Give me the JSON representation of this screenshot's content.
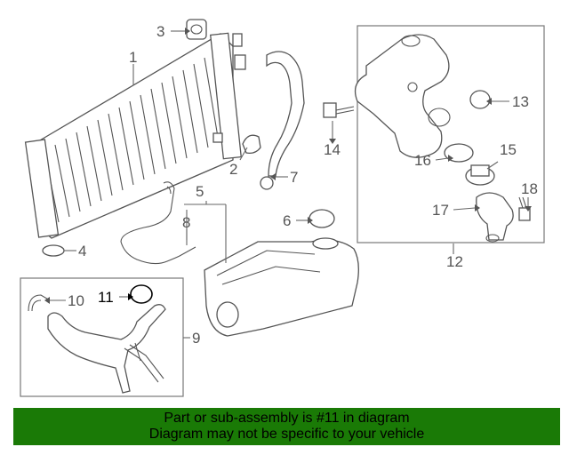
{
  "diagram": {
    "callouts": {
      "c1": "1",
      "c2": "2",
      "c3": "3",
      "c4": "4",
      "c5": "5",
      "c6": "6",
      "c7": "7",
      "c8": "8",
      "c9": "9",
      "c10": "10",
      "c11": "11",
      "c12": "12",
      "c13": "13",
      "c14": "14",
      "c15": "15",
      "c16": "16",
      "c17": "17",
      "c18": "18"
    },
    "highlighted_part": "11"
  },
  "banner": {
    "line1": "Part or sub-assembly is #11 in diagram",
    "line2": "Diagram may not be specific to your vehicle",
    "background_color": "#1a7a06"
  }
}
